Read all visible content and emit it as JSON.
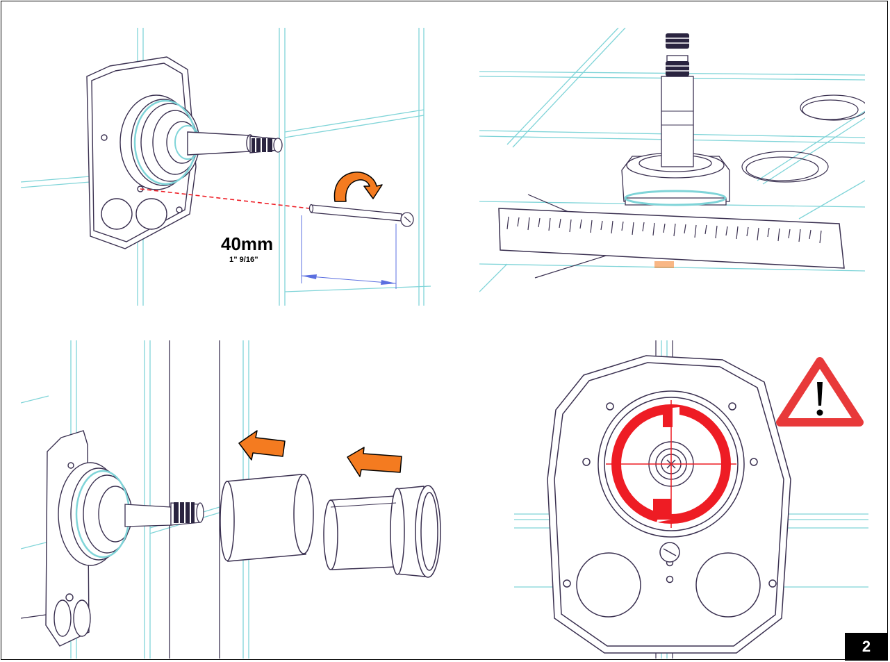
{
  "measurement": {
    "metric": "40mm",
    "imperial": "1” 9/16”"
  },
  "page": {
    "number": "2"
  },
  "colors": {
    "arrow_orange": "#F47B20",
    "warning_red": "#E8393A",
    "mark_red": "#EE1C24",
    "guide_cyan": "#7FD4D8",
    "dimension_blue": "#5B6FE0",
    "line_dark": "#3A3050"
  },
  "icons": {
    "rotate": "curved-arrow-icon",
    "push": "arrow-left-icon",
    "warning": "warning-triangle-icon"
  }
}
